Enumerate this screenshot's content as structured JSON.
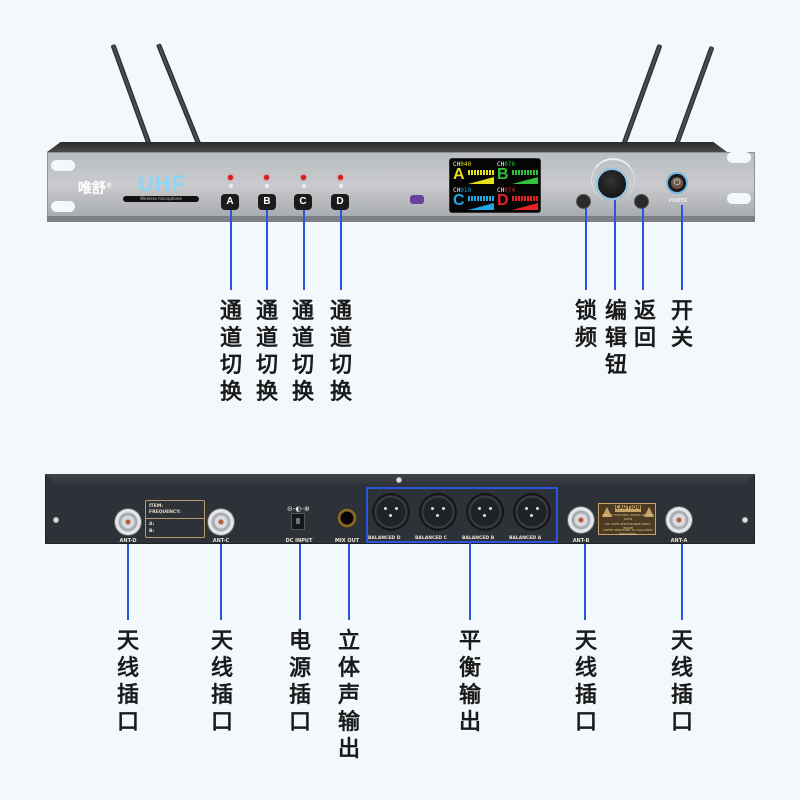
{
  "front_panel": {
    "brand": "唯舒",
    "brand_mark": "®",
    "model": "UHF",
    "subtitle": "Wireless microphone",
    "channel_buttons": [
      "A",
      "B",
      "C",
      "D"
    ],
    "power_label": "POWER",
    "display": {
      "channels": [
        {
          "letter": "A",
          "prefix": "CH",
          "number": "040",
          "color": "#e6e01c"
        },
        {
          "letter": "B",
          "prefix": "CH",
          "number": "076",
          "color": "#2fc23a"
        },
        {
          "letter": "C",
          "prefix": "CH",
          "number": "010",
          "color": "#1ea8e6"
        },
        {
          "letter": "D",
          "prefix": "CH",
          "number": "074",
          "color": "#e62222"
        }
      ]
    }
  },
  "front_callouts": [
    {
      "label": "通道切换",
      "target": "channel-button-a"
    },
    {
      "label": "通道切换",
      "target": "channel-button-b"
    },
    {
      "label": "通道切换",
      "target": "channel-button-c"
    },
    {
      "label": "通道切换",
      "target": "channel-button-d"
    },
    {
      "label": "锁频",
      "target": "lock-button"
    },
    {
      "label": "编辑钮",
      "target": "edit-knob"
    },
    {
      "label": "返回",
      "target": "back-button"
    },
    {
      "label": "开关",
      "target": "power-button"
    }
  ],
  "rear_panel": {
    "ant_labels": [
      "ANT-D",
      "ANT-C",
      "ANT-B",
      "ANT-A"
    ],
    "item_box": {
      "line1": "ITEM:",
      "line2": "FREQUENCY:",
      "line3": "A:",
      "line4": "B:"
    },
    "dc_label": "DC INPUT",
    "mix_label": "MIX OUT",
    "balanced_labels": [
      "BALANCED D",
      "BALANCED C",
      "BALANCED B",
      "BALANCED A"
    ],
    "caution": {
      "title": "CAUTION",
      "line1": "RISK OF ELECTRIC SHOCK DO NOT OPEN",
      "line2": "NO USER SERVICEABLE PARTS INSIDE",
      "line3": "REFER SERVICING TO QUALIFIED PERSONNEL"
    }
  },
  "rear_callouts": [
    {
      "label": "天线插口",
      "target": "ant-d"
    },
    {
      "label": "天线插口",
      "target": "ant-c"
    },
    {
      "label": "电源插口",
      "target": "dc-input"
    },
    {
      "label": "立体声输出",
      "target": "mix-out"
    },
    {
      "label": "平衡输出",
      "target": "balanced-outputs"
    },
    {
      "label": "天线插口",
      "target": "ant-b"
    },
    {
      "label": "天线插口",
      "target": "ant-a"
    }
  ],
  "colors": {
    "callout_line": "#2b55e0",
    "background": "#f3f8fc"
  }
}
